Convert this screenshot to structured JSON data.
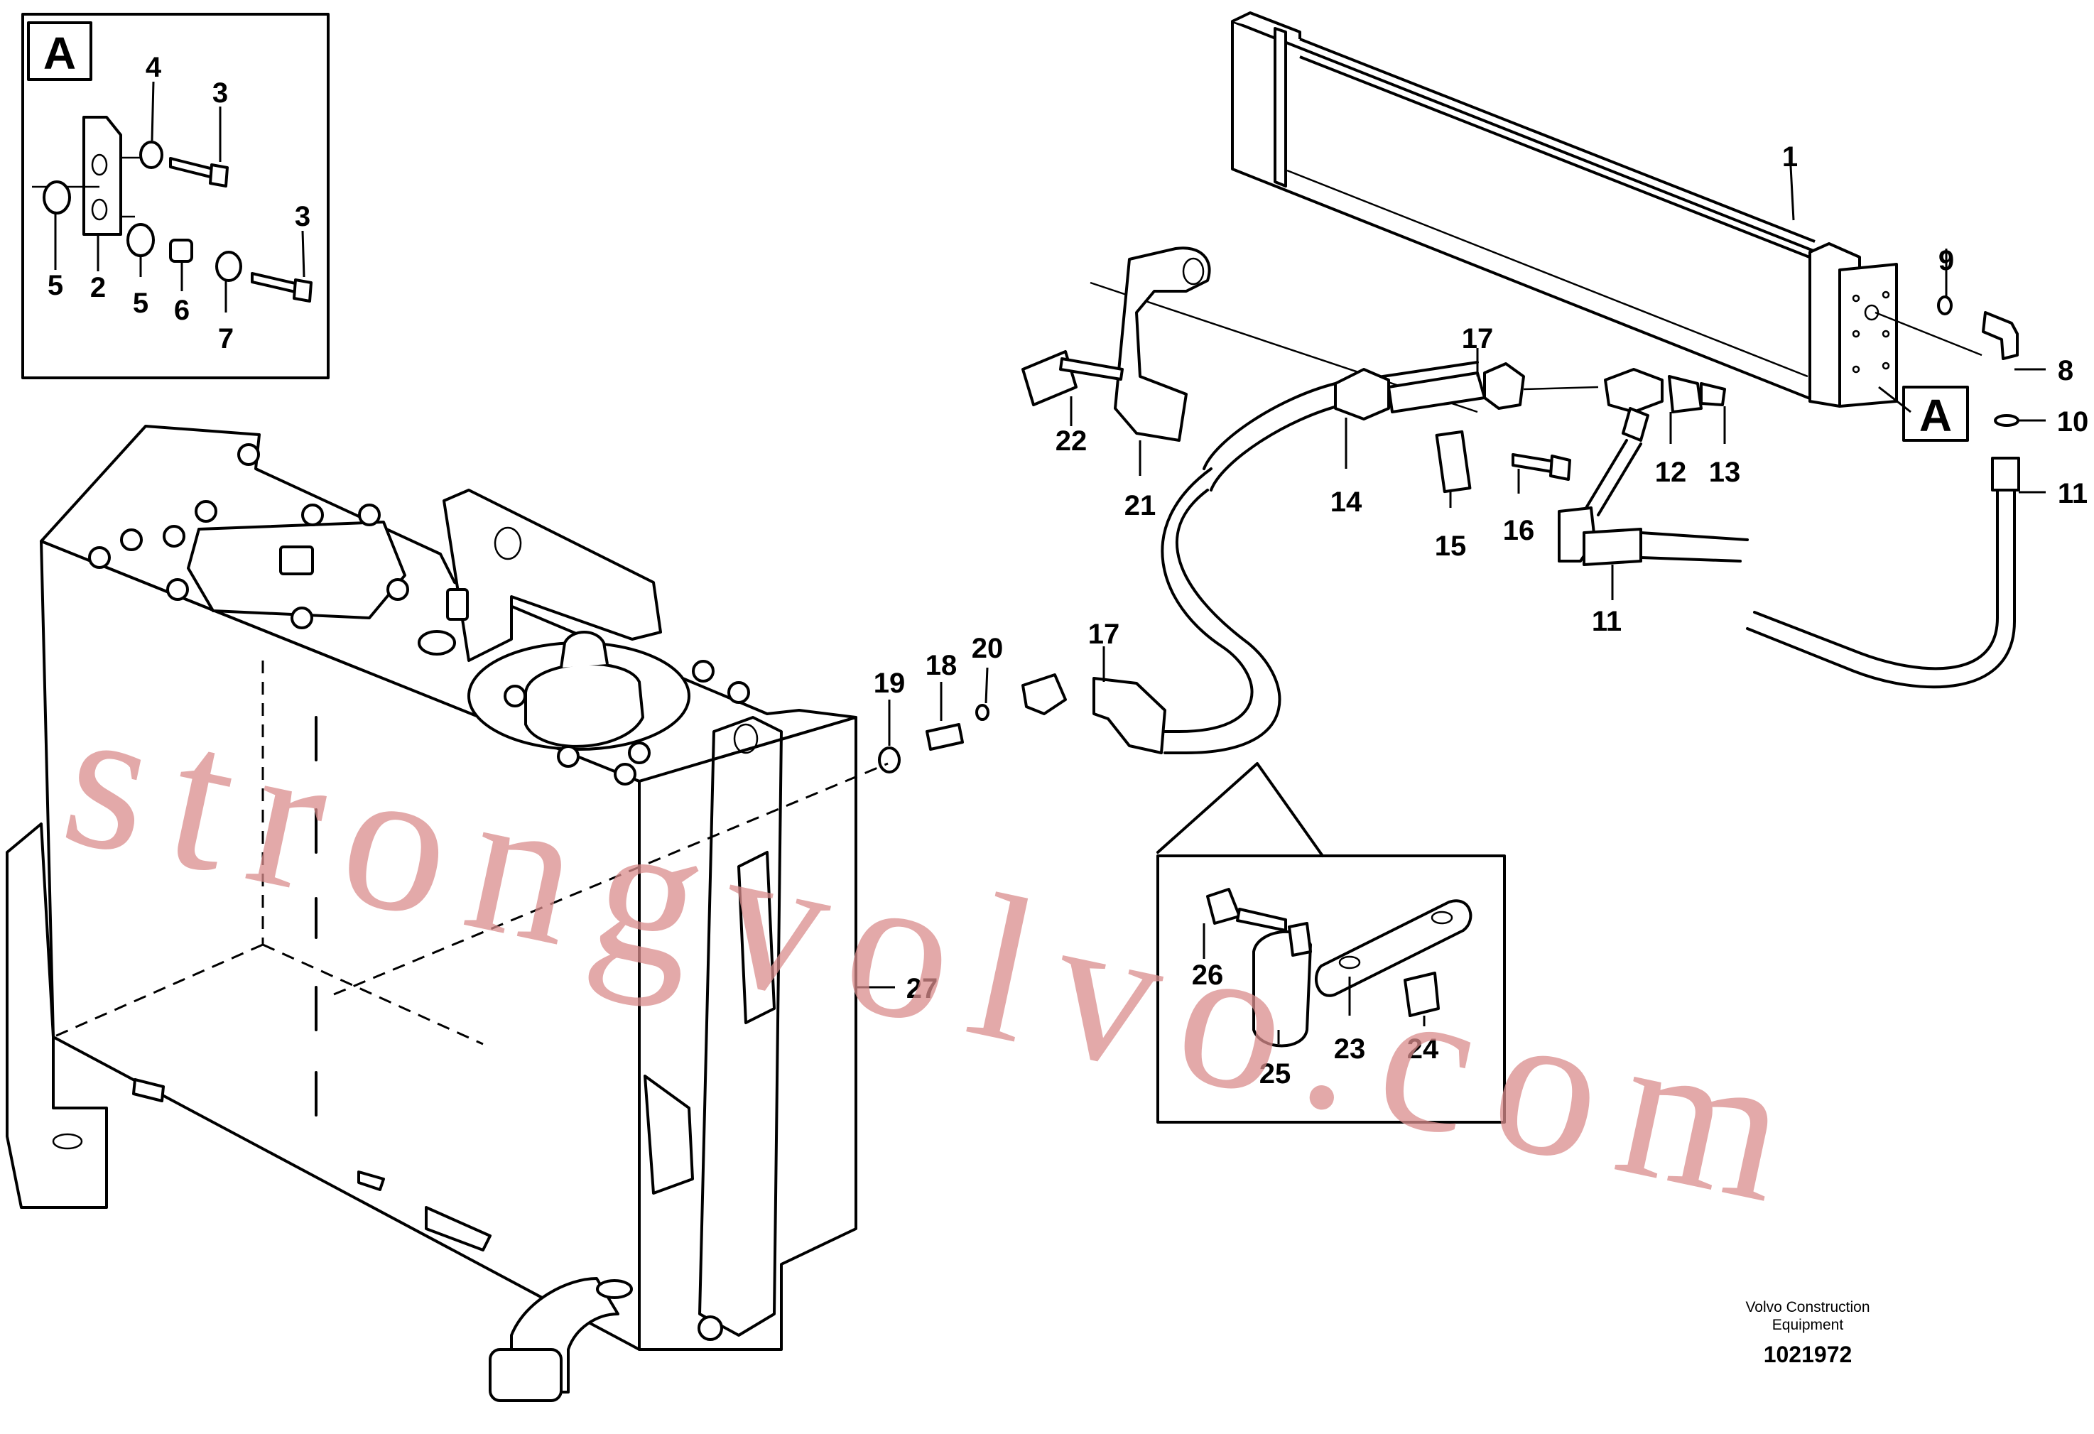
{
  "watermark": "strongvolvo.com",
  "detail_label": "A",
  "credit": {
    "line1": "Volvo Construction",
    "line2": "Equipment",
    "drawing_number": "1021972"
  },
  "callouts": {
    "c1": "1",
    "c2": "2",
    "c3a": "3",
    "c3b": "3",
    "c4": "4",
    "c5a": "5",
    "c5b": "5",
    "c6": "6",
    "c7": "7",
    "c8": "8",
    "c9": "9",
    "c10": "10",
    "c11a": "11",
    "c11b": "11",
    "c12": "12",
    "c13": "13",
    "c14": "14",
    "c15": "15",
    "c16": "16",
    "c17a": "17",
    "c17b": "17",
    "c18": "18",
    "c19": "19",
    "c20": "20",
    "c21": "21",
    "c22": "22",
    "c23": "23",
    "c24": "24",
    "c25": "25",
    "c26": "26",
    "c27": "27"
  }
}
